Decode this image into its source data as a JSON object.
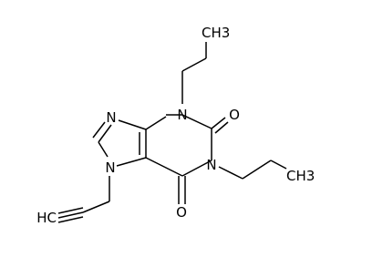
{
  "atoms": {
    "n_top": "N",
    "n_right": "N",
    "n_imidazole_top": "N",
    "n_imidazole_bottom": "N",
    "o_top": "O",
    "o_bottom": "O",
    "ch3_top": "CH3",
    "ch3_right": "CH3",
    "hc_alkyne": "HC"
  },
  "line_color": "#000000",
  "background": "#ffffff"
}
